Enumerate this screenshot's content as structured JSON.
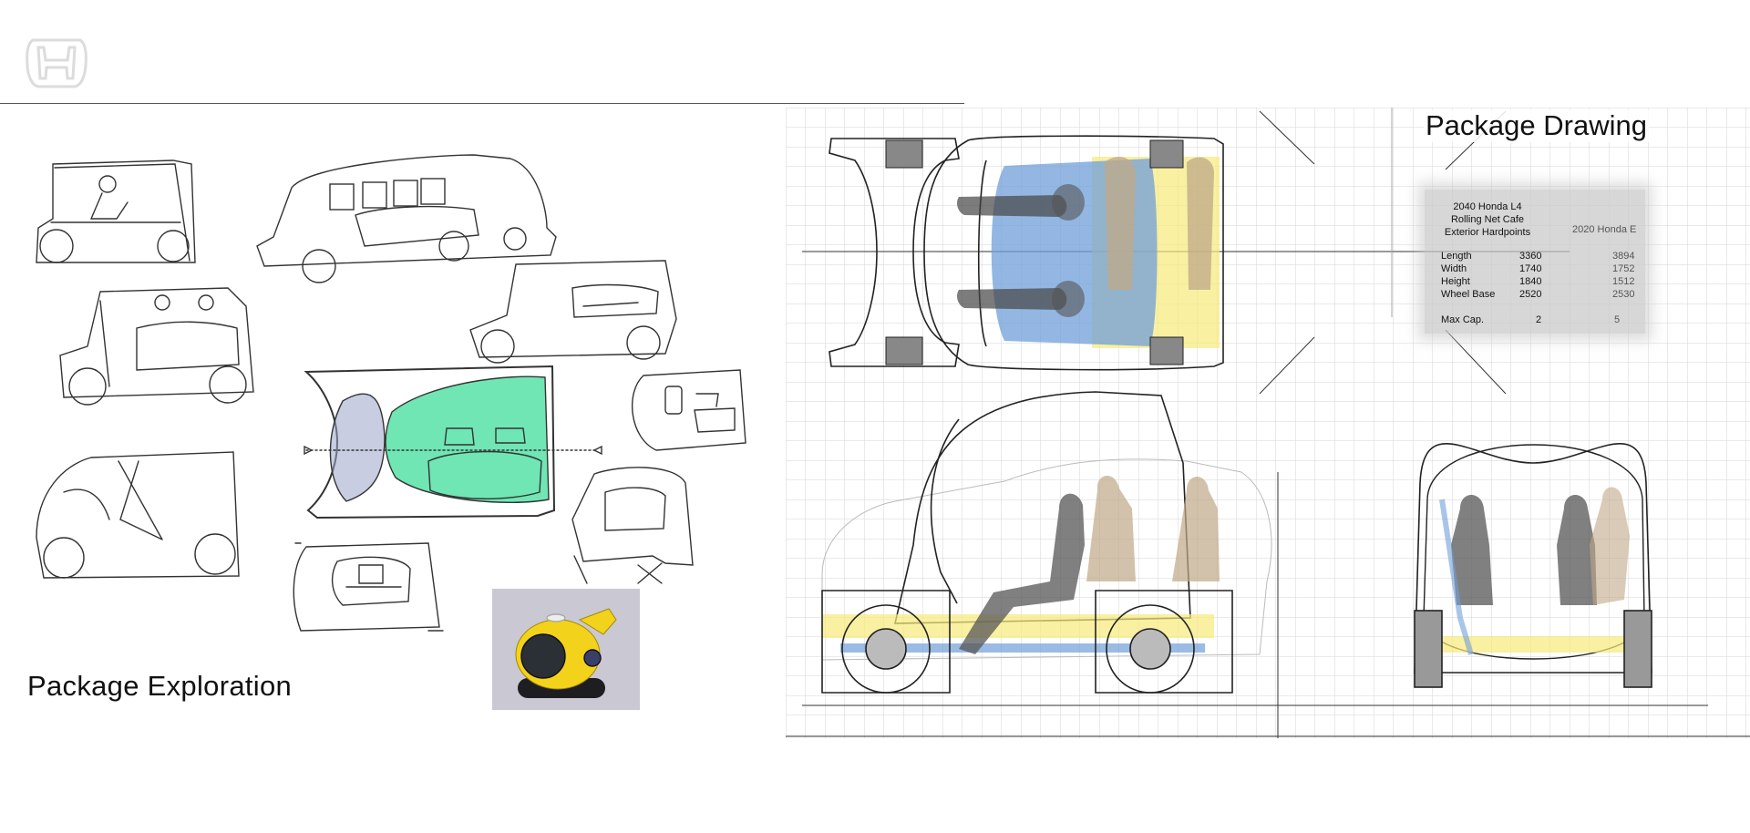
{
  "logo": {
    "name": "honda-logo"
  },
  "exploration": {
    "title": "Package Exploration"
  },
  "drawing": {
    "title": "Package Drawing",
    "spec": {
      "model_line1": "2040 Honda L4",
      "model_line2": "Rolling Net Cafe",
      "model_line3": "Exterior Hardpoints",
      "compare_model": "2020 Honda E",
      "rows": [
        {
          "label": "Length",
          "value": "3360",
          "compare": "3894"
        },
        {
          "label": "Width",
          "value": "1740",
          "compare": "1752"
        },
        {
          "label": "Height",
          "value": "1840",
          "compare": "1512"
        },
        {
          "label": "Wheel Base",
          "value": "2520",
          "compare": "2530"
        },
        {
          "label": "Max Cap.",
          "value": "2",
          "compare": "5"
        }
      ]
    }
  },
  "colors": {
    "interior_blue": "#6f9fd8",
    "interior_yellow": "#f6ea7a",
    "highlight_green": "#6fe6b4",
    "toy_yellow": "#f3d21b",
    "grid": "#d6d6d6"
  }
}
